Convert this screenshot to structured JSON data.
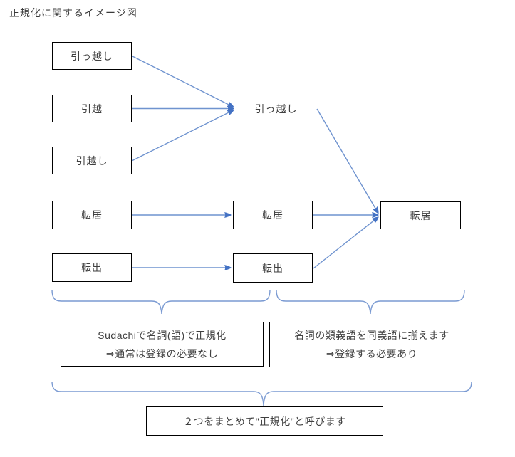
{
  "title": "正規化に関するイメージ図",
  "colors": {
    "connector_blue": "#4472C4",
    "connector_light_blue": "#7a9ad2",
    "box_border": "#000000",
    "text": "#3f3f3f",
    "background": "#ffffff"
  },
  "nodes": {
    "source1": "引っ越し",
    "source2": "引越",
    "source3": "引越し",
    "source4": "転居",
    "source5": "転出",
    "normalized1": "引っ越し",
    "normalized2": "転居",
    "normalized3": "転出",
    "merged": "転居"
  },
  "annotations": {
    "sudachi": {
      "line1": "Sudachiで名詞(語)で正規化",
      "line2": "⇒通常は登録の必要なし"
    },
    "synonym": {
      "line1": "名詞の類義語を同義語に揃えます",
      "line2": "⇒登録する必要あり"
    },
    "summary": "２つをまとめて\"正規化\"と呼びます"
  }
}
